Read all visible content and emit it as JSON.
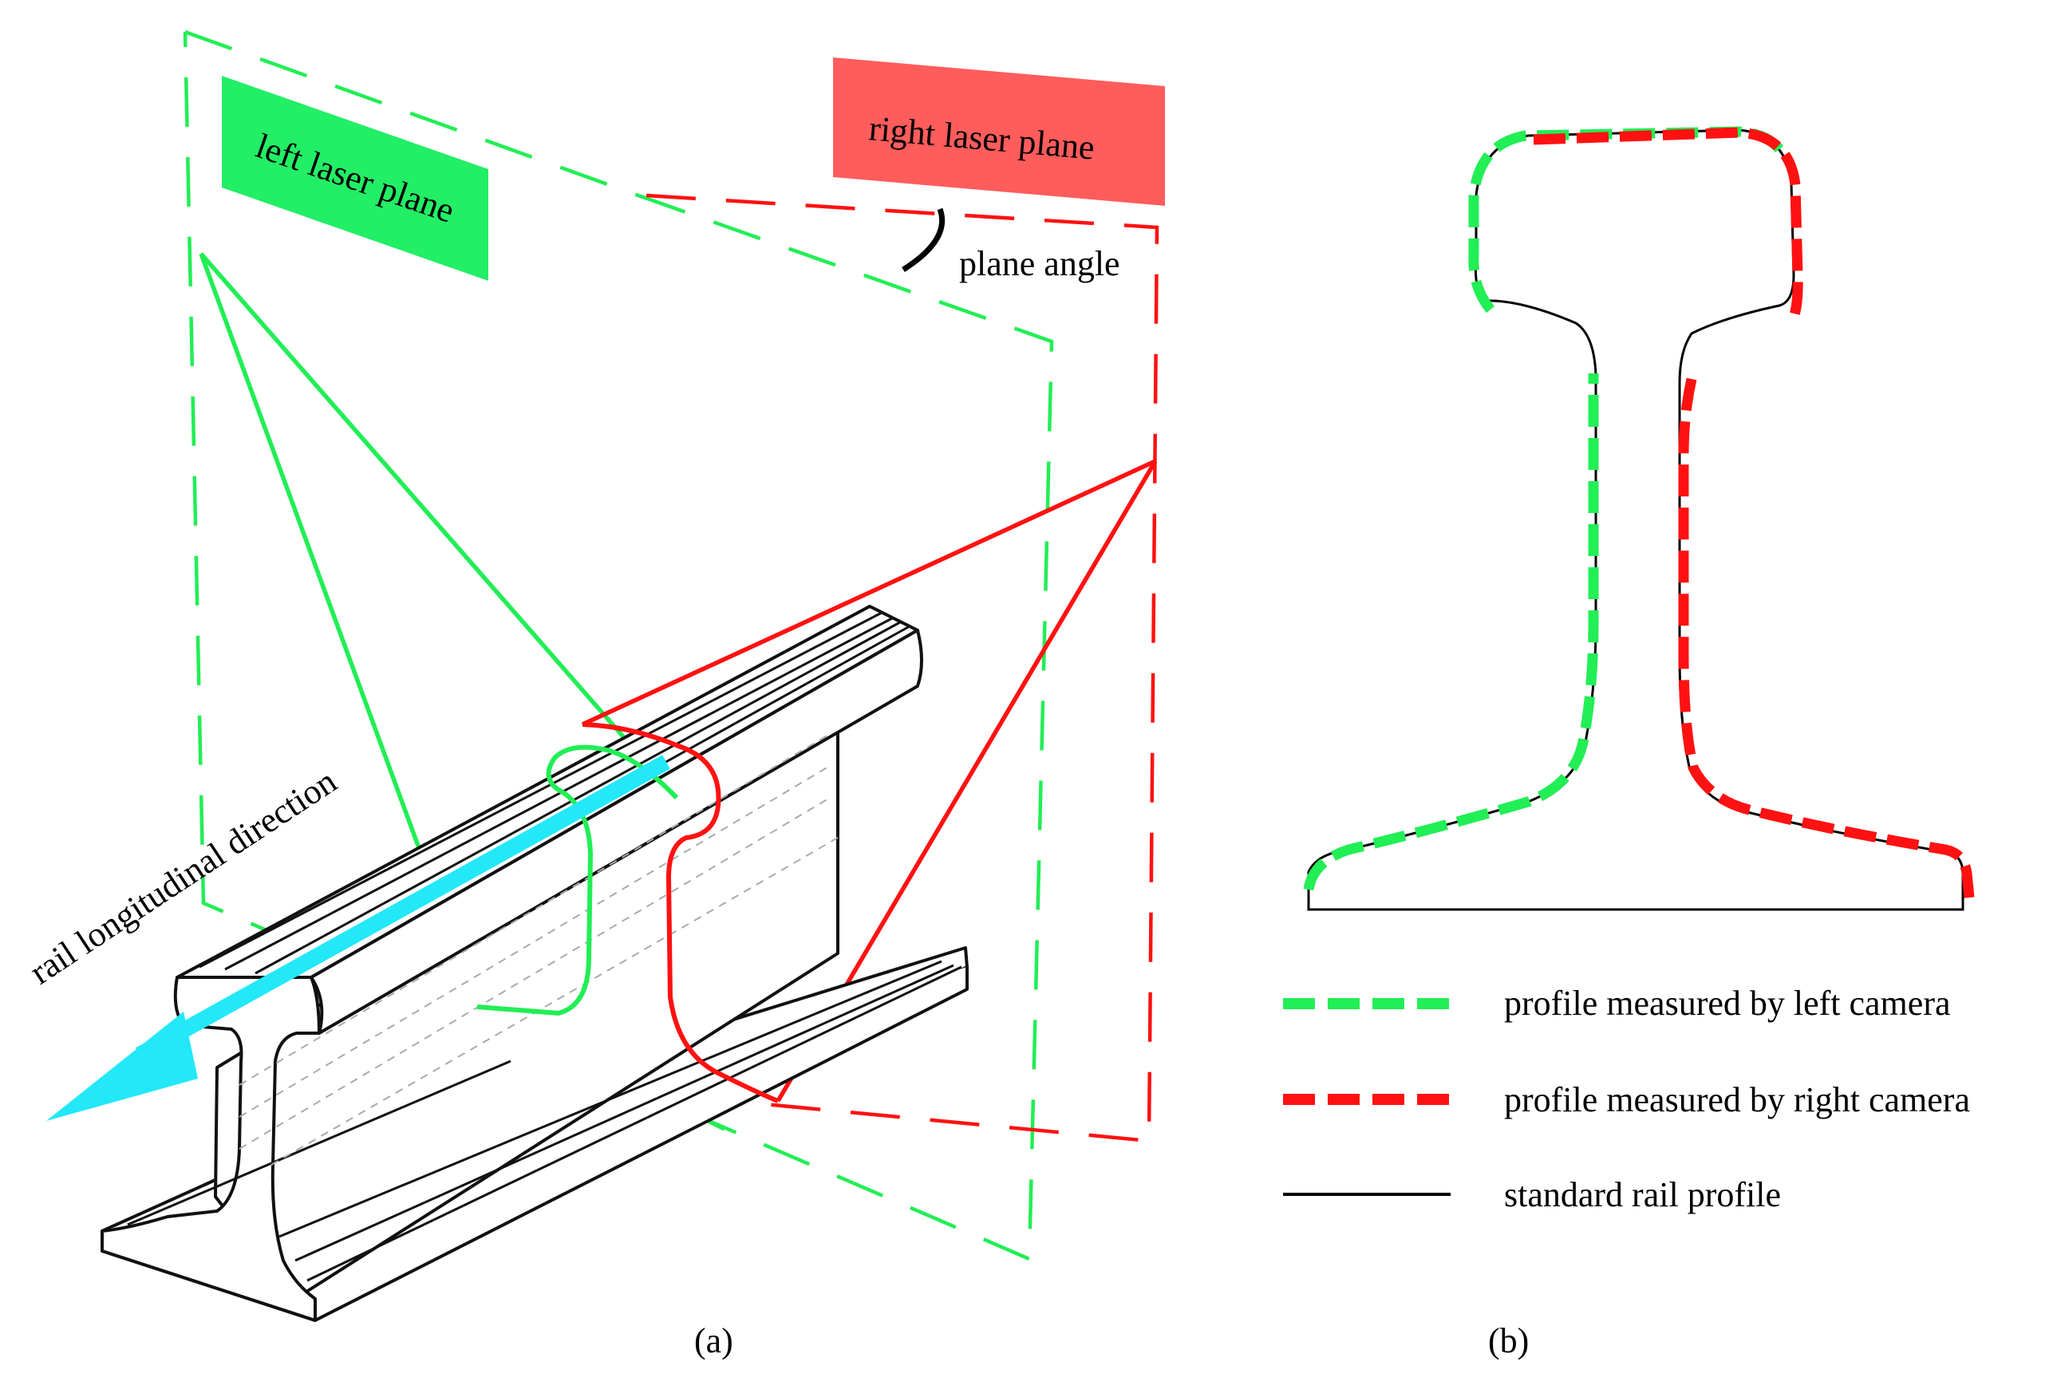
{
  "panel_a": {
    "left_plane_label": "left laser plane",
    "right_plane_label": "right laser plane",
    "plane_angle_label": "plane angle",
    "direction_label": "rail longitudinal direction",
    "caption": "(a)"
  },
  "panel_b": {
    "legend": [
      {
        "label": "profile measured by left camera",
        "style": "dashed",
        "color": "#22ee55"
      },
      {
        "label": "profile measured by right camera",
        "style": "dashed",
        "color": "#ff1111"
      },
      {
        "label": "standard rail profile",
        "style": "solid",
        "color": "#000000"
      }
    ],
    "caption": "(b)"
  },
  "colors": {
    "left_laser": "#22ee55",
    "right_laser": "#ff1111",
    "left_plane_fill": "#22ee66",
    "right_plane_fill": "#ff5c5c",
    "direction_arrow": "#22e8f8",
    "outline": "#000000"
  }
}
